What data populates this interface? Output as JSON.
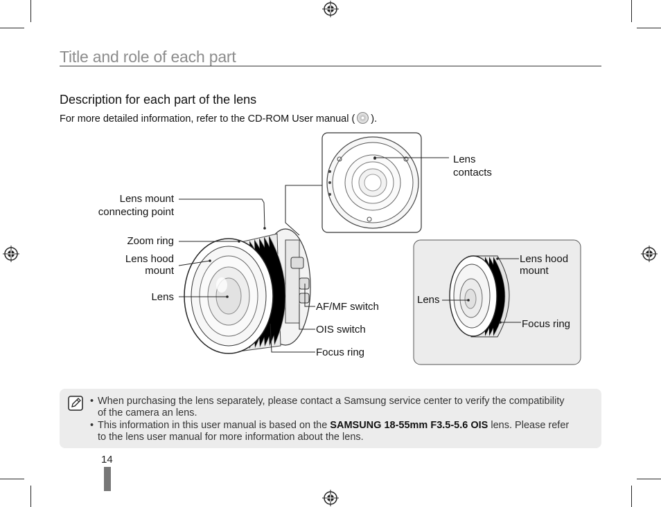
{
  "page": {
    "section_title": "Title and role of each part",
    "subtitle": "Description for each part of the lens",
    "intro_before": "For more detailed information, refer to the CD-ROM User manual (",
    "intro_after": ").",
    "cd_icon": "cd-rom-icon",
    "page_number": "14"
  },
  "labels": {
    "lens_contacts_1": "Lens",
    "lens_contacts_2": "contacts",
    "mount_point_1": "Lens mount",
    "mount_point_2": "connecting point",
    "zoom_ring": "Zoom ring",
    "hood_mount_1": "Lens hood",
    "hood_mount_2": "mount",
    "lens": "Lens",
    "af_mf": "AF/MF switch",
    "ois": "OIS switch",
    "focus_ring": "Focus ring",
    "inset_hood_1": "Lens hood",
    "inset_hood_2": "mount",
    "inset_lens": "Lens",
    "inset_focus": "Focus ring"
  },
  "notes": {
    "icon": "note-pencil-icon",
    "n1_l1": "When purchasing the lens separately, please contact a Samsung service center to verify the compatibility",
    "n1_l2": "of the camera an lens.",
    "n2_pre": "This information in this user manual is based on the ",
    "n2_bold": "SAMSUNG 18-55mm F3.5-5.6 OIS",
    "n2_post": " lens. Please refer",
    "n2_l2": "to the lens user manual for more information about the lens.",
    "bullet": "•"
  }
}
